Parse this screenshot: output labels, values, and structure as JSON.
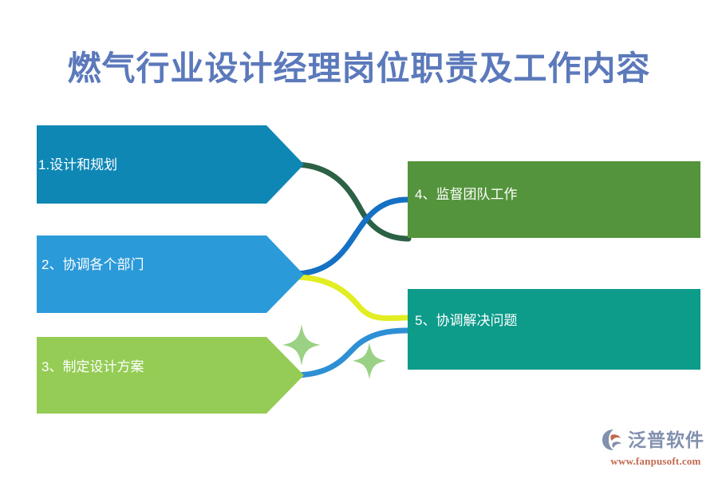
{
  "page": {
    "title": "燃气行业设计经理岗位职责及工作内容",
    "background_color": "#ffffff",
    "title_color": "#5b79bb"
  },
  "flow": {
    "left_items": [
      {
        "id": "step-1",
        "label": "1.设计和规划",
        "color": "#0f87b5",
        "shape": "arrow"
      },
      {
        "id": "step-2",
        "label": "2、协调各个部门",
        "color": "#2b9ad9",
        "shape": "arrow"
      },
      {
        "id": "step-3",
        "label": "3、制定设计方案",
        "color": "#95cc55",
        "shape": "arrow"
      }
    ],
    "right_items": [
      {
        "id": "step-4",
        "label": "4、监督团队工作",
        "color": "#54943c",
        "shape": "rectangle"
      },
      {
        "id": "step-5",
        "label": "5、协调解决问题",
        "color": "#0d9b8a",
        "shape": "rectangle"
      }
    ],
    "connectors": [
      {
        "id": "connector-1-to-4",
        "from": "step-1",
        "to": "step-4",
        "color": "#2c6146"
      },
      {
        "id": "connector-2-to-4",
        "from": "step-2",
        "to": "step-4",
        "color": "#1471c4"
      },
      {
        "id": "connector-2-to-5",
        "from": "step-2",
        "to": "step-5",
        "color": "#e2ed22"
      },
      {
        "id": "connector-3-to-5",
        "from": "step-3",
        "to": "step-5",
        "color": "#2e90d4"
      }
    ],
    "decorations": [
      {
        "id": "sparkle-large",
        "color": "#9bd184"
      },
      {
        "id": "sparkle-small",
        "color": "#9bd184"
      }
    ]
  },
  "logo": {
    "brand": "泛普软件",
    "url": "www.fanpusoft.com",
    "brand_color": "#8190ae",
    "url_color": "#c1694f",
    "mark_colors": {
      "primary": "#8190ae",
      "accent": "#c1694f"
    }
  }
}
